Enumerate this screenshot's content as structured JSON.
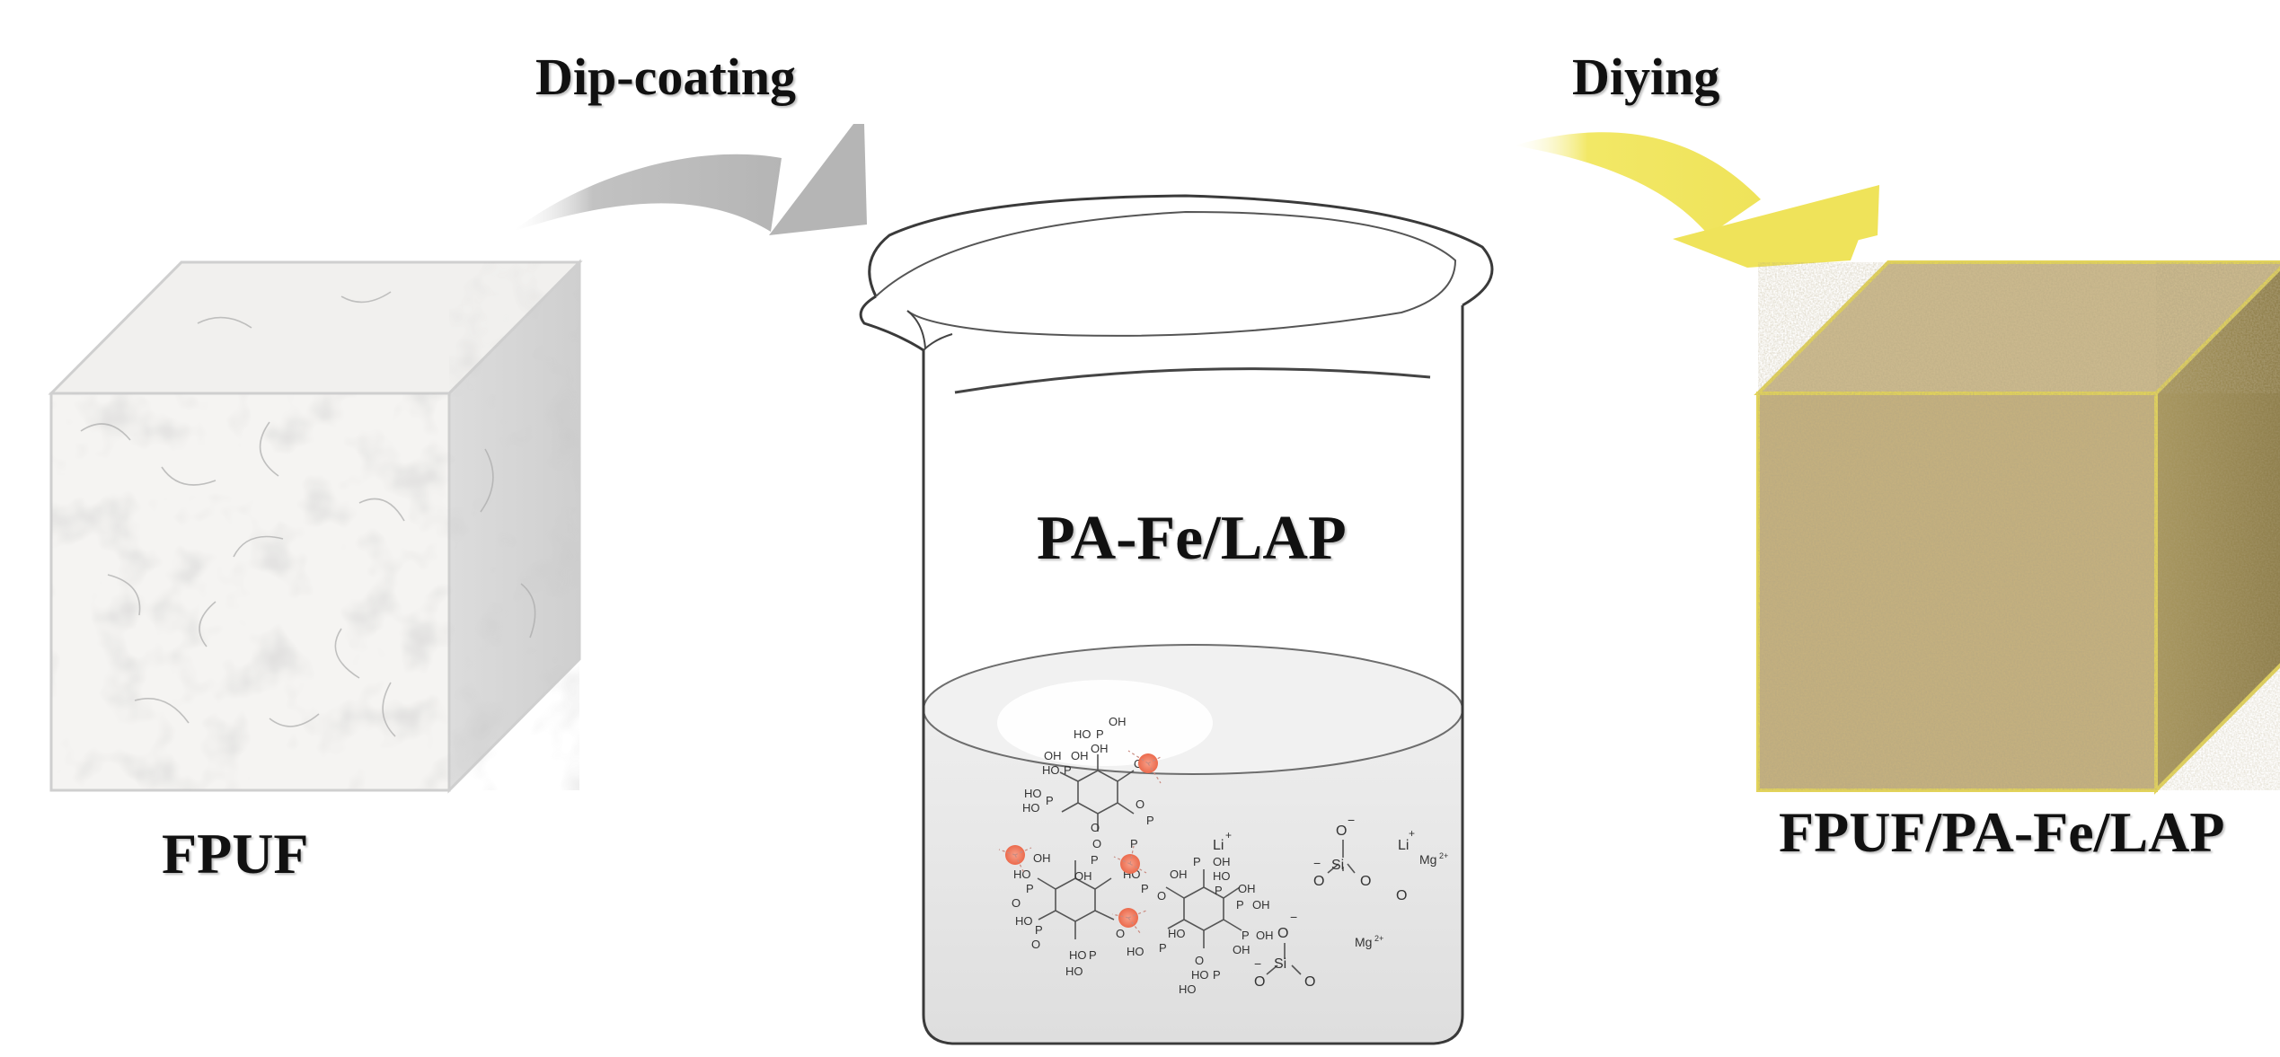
{
  "labels": {
    "step_dip": "Dip-coating",
    "step_dry": "Diying",
    "foam_raw": "FPUF",
    "solution": "PA-Fe/LAP",
    "foam_coated": "FPUF/PA-Fe/LAP"
  },
  "chemistry": {
    "oh": "OH",
    "ho": "HO",
    "p": "P",
    "o": "O",
    "si": "Si",
    "li": "Li",
    "mg": "Mg",
    "plus": "+",
    "minus": "−",
    "charge": "2+"
  },
  "colors": {
    "raw_foam": "#f4f3f1",
    "coated_foam": "#c7b487",
    "coated_edge": "#e2d35a",
    "dip_arrow": "#b8b8b8",
    "dry_arrow": "#f0e45c",
    "fe_ion": "#f07a5a"
  },
  "icons": [
    "foam-cube",
    "beaker",
    "curved-arrow",
    "fe-ion"
  ]
}
